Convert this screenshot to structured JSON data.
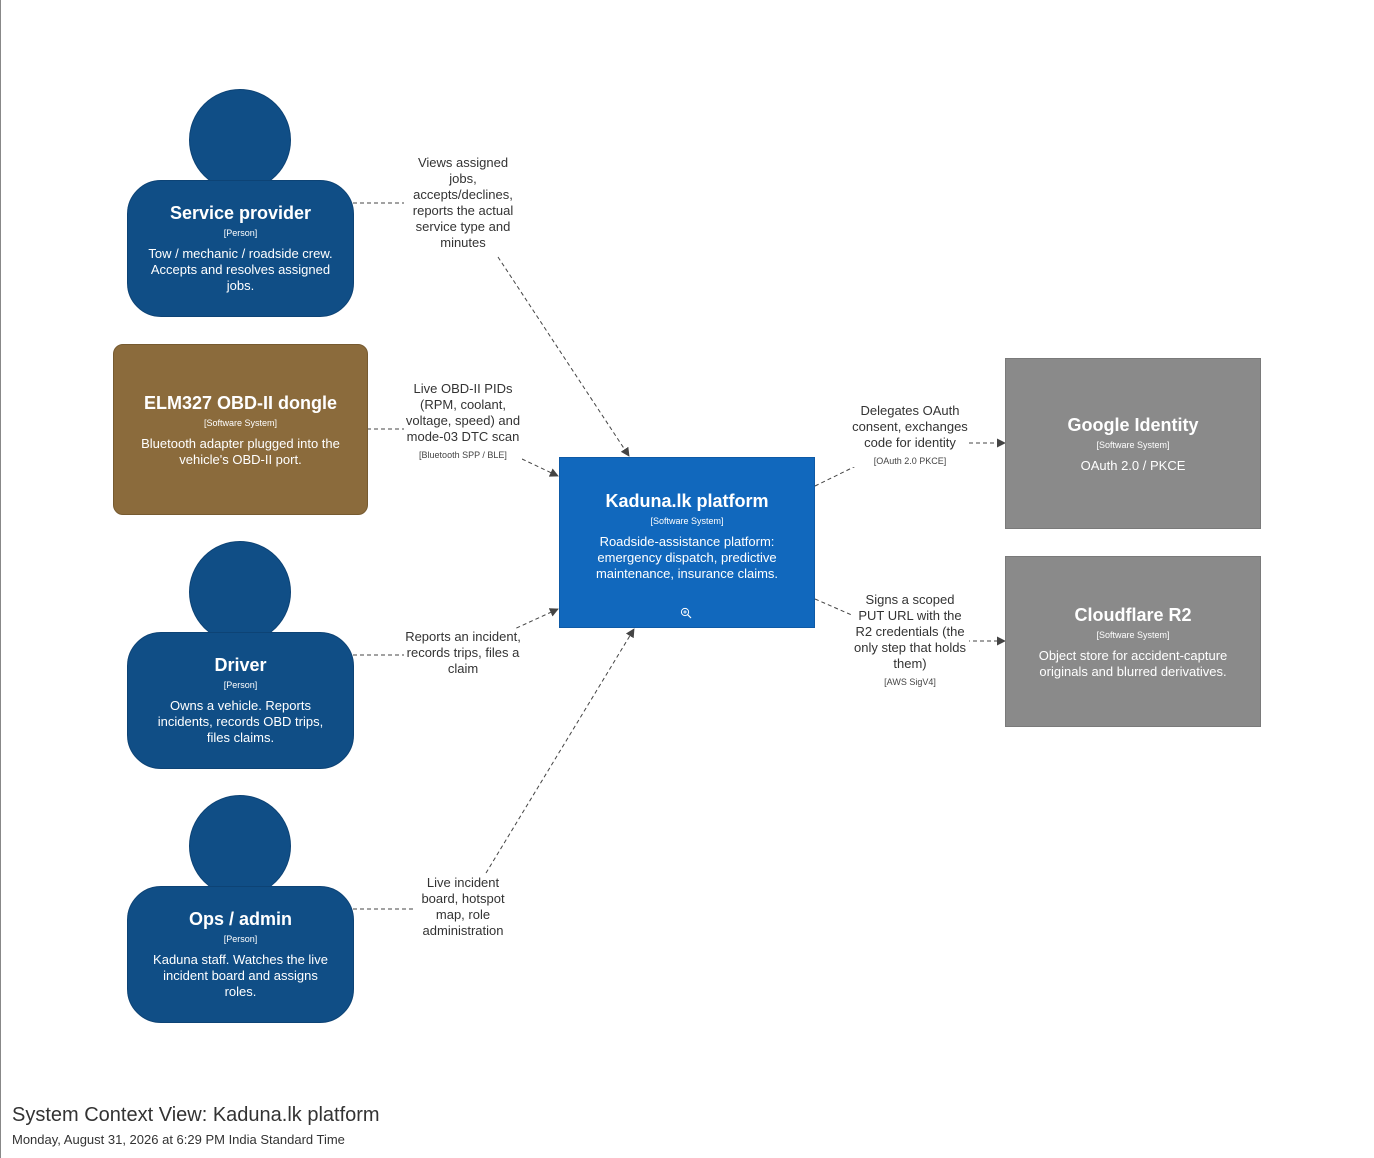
{
  "nodes": {
    "service_provider": {
      "title": "Service provider",
      "type": "[Person]",
      "desc": "Tow / mechanic / roadside crew. Accepts and resolves assigned jobs."
    },
    "elm327": {
      "title": "ELM327 OBD-II dongle",
      "type": "[Software System]",
      "desc": "Bluetooth adapter plugged into the vehicle's OBD-II port."
    },
    "driver": {
      "title": "Driver",
      "type": "[Person]",
      "desc": "Owns a vehicle. Reports incidents, records OBD trips, files claims."
    },
    "ops_admin": {
      "title": "Ops / admin",
      "type": "[Person]",
      "desc": "Kaduna staff. Watches the live incident board and assigns roles."
    },
    "platform": {
      "title": "Kaduna.lk platform",
      "type": "[Software System]",
      "desc": "Roadside-assistance platform: emergency dispatch, predictive maintenance, insurance claims.",
      "icon": "zoom-icon"
    },
    "google_identity": {
      "title": "Google Identity",
      "type": "[Software System]",
      "desc": "OAuth 2.0 / PKCE"
    },
    "cloudflare_r2": {
      "title": "Cloudflare R2",
      "type": "[Software System]",
      "desc": "Object store for accident-capture originals and blurred derivatives."
    }
  },
  "edges": {
    "provider_to_platform": {
      "label": "Views assigned jobs, accepts/declines, reports the actual service type and minutes",
      "tech": ""
    },
    "dongle_to_platform": {
      "label": "Live OBD-II PIDs (RPM, coolant, voltage, speed) and mode-03 DTC scan",
      "tech": "[Bluetooth SPP / BLE]"
    },
    "driver_to_platform": {
      "label": "Reports an incident, records trips, files a claim",
      "tech": ""
    },
    "ops_to_platform": {
      "label": "Live incident board, hotspot map, role administration",
      "tech": ""
    },
    "platform_to_google": {
      "label": "Delegates OAuth consent, exchanges code for identity",
      "tech": "[OAuth 2.0 PKCE]"
    },
    "platform_to_r2": {
      "label": "Signs a scoped PUT URL with the R2 credentials (the only step that holds them)",
      "tech": "[AWS SigV4]"
    }
  },
  "colors": {
    "person": "#104e86",
    "platform": "#1168bd",
    "dongle": "#8b6b3c",
    "external": "#8a8a8a",
    "edge": "#555555"
  },
  "footer": {
    "title": "System Context View: Kaduna.lk platform",
    "date": "Monday, August 31, 2026 at 6:29 PM India Standard Time"
  }
}
